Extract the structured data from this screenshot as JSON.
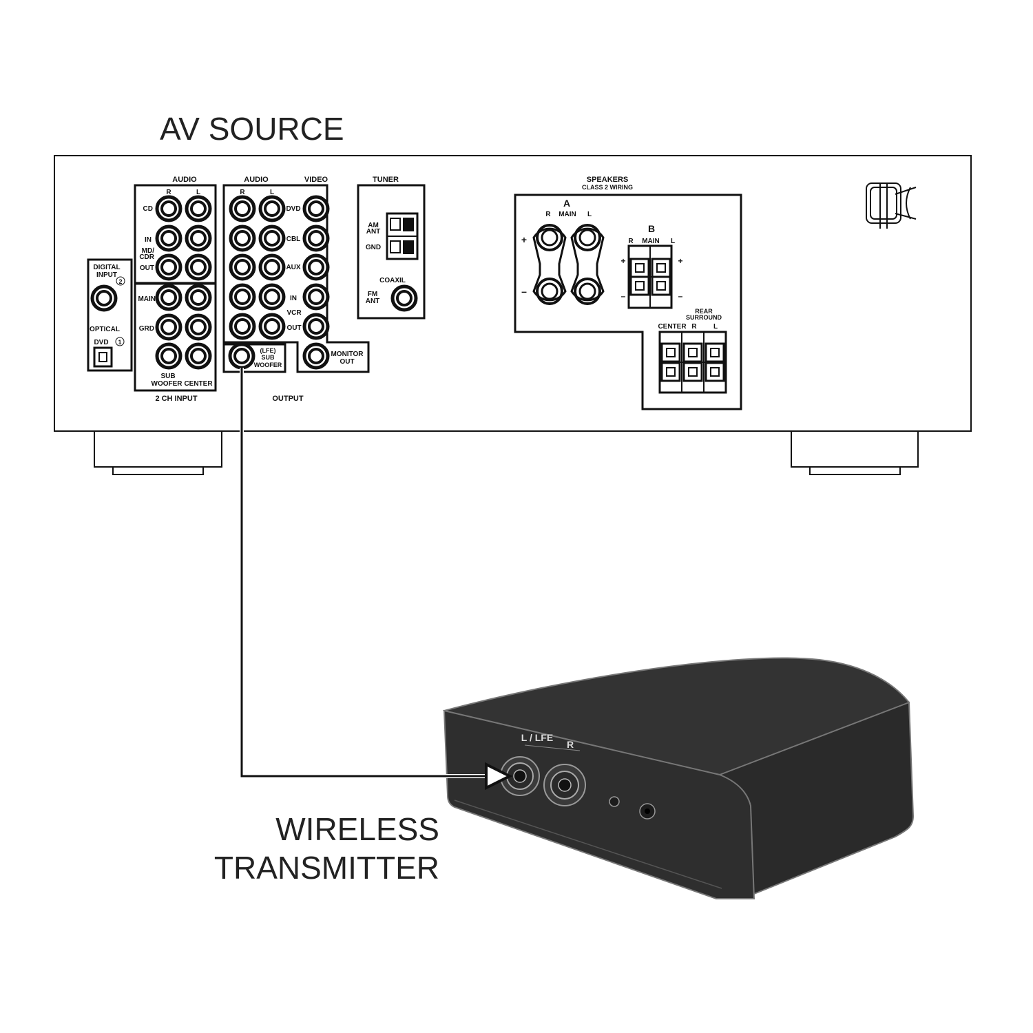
{
  "titles": {
    "av_source": "AV SOURCE",
    "transmitter_line1": "WIRELESS",
    "transmitter_line2": "TRANSMITTER"
  },
  "panel": {
    "audio_in": {
      "header": "AUDIO",
      "r": "R",
      "l": "L",
      "cd": "CD",
      "in": "IN",
      "mdcdr_1": "MD/",
      "mdcdr_2": "CDR",
      "out": "OUT"
    },
    "digital": {
      "label_1": "DIGITAL",
      "label_2": "INPUT",
      "num2": "2",
      "optical": "OPTICAL",
      "dvd": "DVD",
      "num1": "1"
    },
    "ch2": {
      "main": "MAIN",
      "grd": "GRD",
      "sub_1": "SUB",
      "sub_2": "WOOFER",
      "center": "CENTER",
      "footer": "2 CH INPUT"
    },
    "av": {
      "audio": "AUDIO",
      "video": "VIDEO",
      "r": "R",
      "l": "L",
      "dvd": "DVD",
      "cbl": "CBL",
      "aux": "AUX",
      "in": "IN",
      "vcr": "VCR",
      "out": "OUT",
      "monitor_1": "MONITOR",
      "monitor_2": "OUT",
      "lfe_1": "(LFE)",
      "lfe_2": "SUB",
      "lfe_3": "WOOFER",
      "output": "OUTPUT"
    },
    "tuner": {
      "header": "TUNER",
      "am_1": "AM",
      "am_2": "ANT",
      "gnd": "GND",
      "coaxil": "COAXIL",
      "fm_1": "FM",
      "fm_2": "ANT"
    },
    "speakers": {
      "header": "SPEAKERS",
      "sub": "CLASS 2 WIRING",
      "a": "A",
      "a_r": "R",
      "a_main": "MAIN",
      "a_l": "L",
      "plus": "+",
      "minus": "–",
      "b": "B",
      "b_r": "R",
      "b_main": "MAIN",
      "b_l": "L",
      "rear_1": "REAR",
      "rear_2": "SURROUND",
      "center": "CENTER",
      "rear_r": "R",
      "rear_l": "L"
    }
  },
  "transmitter": {
    "l_lfe": "L / LFE",
    "r": "R"
  },
  "colors": {
    "line": "#111111",
    "transmitter_body": "#2e2e2e",
    "transmitter_top": "#333333",
    "transmitter_edge": "#777777"
  }
}
